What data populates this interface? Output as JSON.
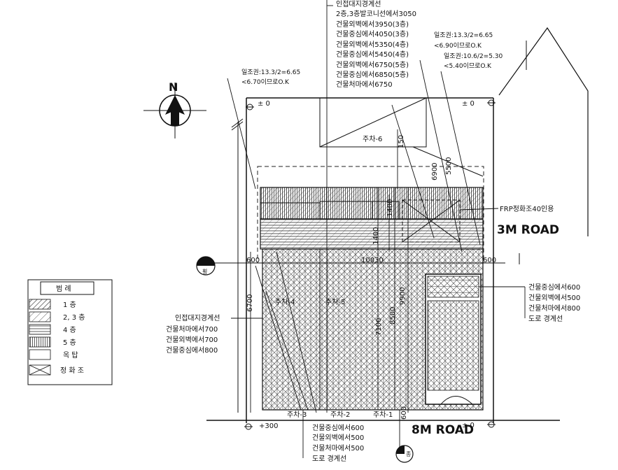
{
  "north": {
    "label": "N"
  },
  "roads": {
    "east": "3M ROAD",
    "south": "8M ROAD"
  },
  "top_notes": [
    "인접대지경계선",
    "2층,3층발코니선에서3050",
    "건물외벽에서3950(3층)",
    "건물중심에서4050(3층)",
    "건물외벽에서5350(4층)",
    "건물중심에서5450(4층)",
    "건물외벽에서6750(5층)",
    "건물중심에서6850(5층)",
    "건물처마에서6750"
  ],
  "sunlight": {
    "left": [
      "일조권:13.3/2=6.65",
      "<6.70이므로O.K"
    ],
    "right_a": [
      "일조권:13.3/2=6.65",
      "<6.90이므로O.K"
    ],
    "right_b": [
      "일조권:10.6/2=5.30",
      "<5.40이므로O.K"
    ]
  },
  "levels": {
    "tl": "± 0",
    "tr": "± 0",
    "bl": "+300",
    "br": "± 0"
  },
  "frp": "FRP정화조40인용",
  "parking": [
    "주차-6",
    "주차-4",
    "주차-5",
    "주차-3",
    "주차-2",
    "주차-1"
  ],
  "dims": {
    "d150": "150",
    "d6900": "6900",
    "d5500": "5500",
    "d1400a": "1400",
    "d1400b": "1400",
    "d10030": "10030",
    "d6700": "6700",
    "d7100": "7100",
    "d8500": "8500",
    "d9900": "9900",
    "d600l": "600",
    "d600r": "600",
    "d600b": "600"
  },
  "section_marks": {
    "west": "횡",
    "south": "종"
  },
  "left_notes": [
    "인접대지경계선",
    "건물처마에서700",
    "건물외벽에서700",
    "건물중심에서800"
  ],
  "right_notes": [
    "건물중심에서600",
    "건물외벽에서500",
    "건물처마에서800",
    "도로 경계선"
  ],
  "bottom_notes": [
    "건물중심에서600",
    "건물외벽에서500",
    "건물처마에서500",
    "도로 경계선"
  ],
  "legend": {
    "title": "범 례",
    "items": [
      {
        "label": "1 층",
        "pattern": "diag1"
      },
      {
        "label": "2, 3 층",
        "pattern": "diag2"
      },
      {
        "label": "4 층",
        "pattern": "hlines"
      },
      {
        "label": "5 층",
        "pattern": "vlines"
      },
      {
        "label": "옥 탑",
        "pattern": "none"
      },
      {
        "label": "정 화 조",
        "pattern": "cross"
      }
    ]
  },
  "colors": {
    "ink": "#111111",
    "paper": "#ffffff"
  }
}
